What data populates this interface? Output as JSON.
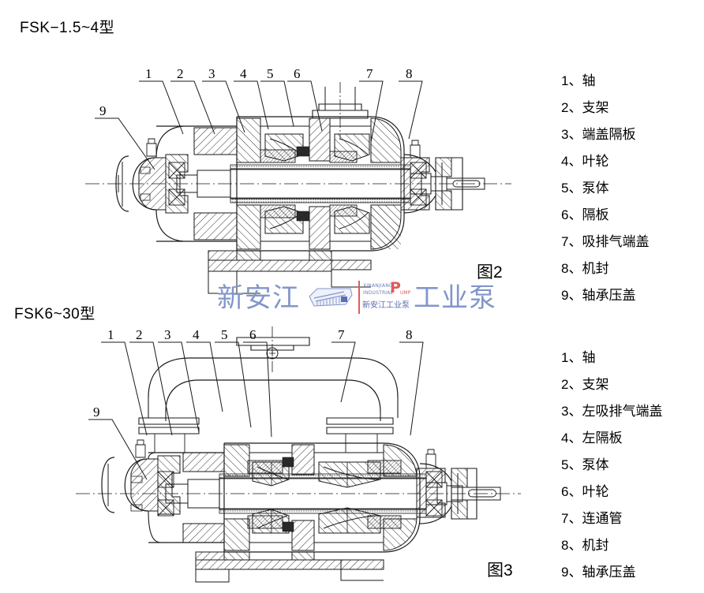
{
  "figures": [
    {
      "id": "fsk-1-5-4",
      "model_title": "FSK−1.5~4型",
      "caption": "图2",
      "callout_numbers": [
        "1",
        "2",
        "3",
        "4",
        "5",
        "6",
        "7",
        "8",
        "9"
      ],
      "legend": [
        "1、轴",
        "2、支架",
        "3、端盖隔板",
        "4、叶轮",
        "5、泵体",
        "6、隔板",
        "7、吸排气端盖",
        "8、机封",
        "9、轴承压盖"
      ]
    },
    {
      "id": "fsk-6-30",
      "model_title": "FSK6~30型",
      "caption": "图3",
      "callout_numbers": [
        "1",
        "2",
        "3",
        "4",
        "5",
        "6",
        "7",
        "8",
        "9"
      ],
      "legend": [
        "1、轴",
        "2、支架",
        "3、左吸排气端盖",
        "4、左隔板",
        "5、泵体",
        "6、叶轮",
        "7、连通管",
        "8、机封",
        "9、轴承压盖"
      ]
    }
  ],
  "watermark": {
    "left_text": "新安江",
    "right_text": "工业泵",
    "logo_line_1": "XINANJIANG",
    "logo_line_2": "INDUSTRIAL",
    "logo_p": "P",
    "logo_ump": "UMP",
    "logo_cn": "新安江工业泵",
    "color": "#8296c9",
    "accent_color": "#e05a5a"
  },
  "style": {
    "line_color": "#1a1a1a",
    "background": "#ffffff",
    "hatch_color": "#2a2a2a"
  }
}
